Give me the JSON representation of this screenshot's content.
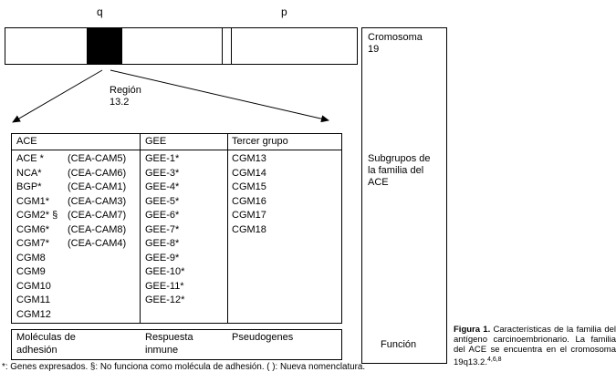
{
  "chromosome": {
    "q_label": "q",
    "p_label": "p",
    "region_label": "Región\n13.2"
  },
  "side_panel": {
    "chromosome": "Cromosoma\n19",
    "subgroups": "Subgrupos de\nla familia del\nACE",
    "function": "Función"
  },
  "gene_table": {
    "headers": [
      "ACE",
      "GEE",
      "Tercer grupo"
    ],
    "ace_group": [
      {
        "name": "ACE *",
        "alias": "(CEA-CAM5)"
      },
      {
        "name": "NCA*",
        "alias": "(CEA-CAM6)"
      },
      {
        "name": "BGP*",
        "alias": "(CEA-CAM1)"
      },
      {
        "name": "CGM1*",
        "alias": "(CEA-CAM3)"
      },
      {
        "name": "CGM2* §",
        "alias": "(CEA-CAM7)"
      },
      {
        "name": "CGM6*",
        "alias": "(CEA-CAM8)"
      },
      {
        "name": "CGM7*",
        "alias": "(CEA-CAM4)"
      },
      {
        "name": "CGM8",
        "alias": ""
      },
      {
        "name": "CGM9",
        "alias": ""
      },
      {
        "name": "CGM10",
        "alias": ""
      },
      {
        "name": "CGM11",
        "alias": ""
      },
      {
        "name": "CGM12",
        "alias": ""
      }
    ],
    "gee_group": [
      "GEE-1*",
      "GEE-3*",
      "GEE-4*",
      "GEE-5*",
      "GEE-6*",
      "GEE-7*",
      "GEE-8*",
      "GEE-9*",
      "GEE-10*",
      "GEE-11*",
      "GEE-12*"
    ],
    "third_group": [
      "CGM13",
      "CGM14",
      "CGM15",
      "CGM16",
      "CGM17",
      "CGM18"
    ]
  },
  "function_row": {
    "adhesion": "Moléculas de\nadhesión",
    "immune": "Respuesta\ninmune",
    "pseudogenes": "Pseudogenes"
  },
  "footnote": "*: Genes expresados. §: No funciona como molécula de adhesión. ( ): Nueva nomenclatura.",
  "caption": {
    "label": "Figura 1.",
    "body": " Características de la familia del antígeno carcinoembrionario. La familia del ACE se encuentra en el cromosoma 19q13.2.",
    "refs": "4,6,8"
  }
}
